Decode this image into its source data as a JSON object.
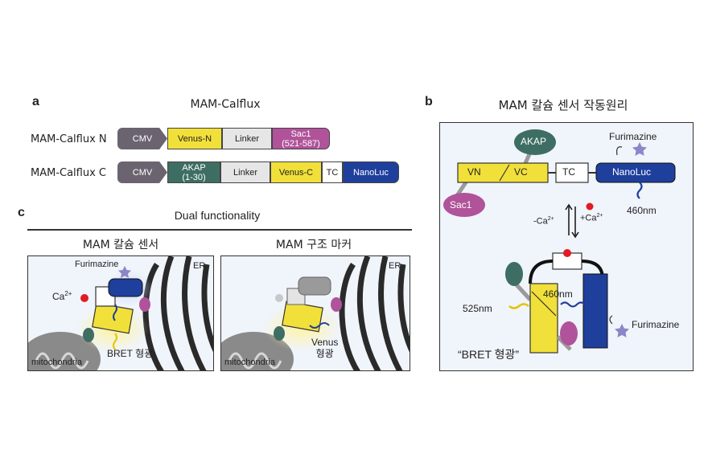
{
  "panel_a": {
    "label": "a",
    "title": "MAM-Calflux",
    "constructs": [
      {
        "name": "MAM-Calflux N",
        "segments": [
          {
            "text": "CMV",
            "sub": ""
          },
          {
            "text": "Venus-N",
            "sub": ""
          },
          {
            "text": "Linker",
            "sub": ""
          },
          {
            "text": "Sac1",
            "sub": "(521-587)"
          }
        ]
      },
      {
        "name": "MAM-Calflux C",
        "segments": [
          {
            "text": "CMV",
            "sub": ""
          },
          {
            "text": "AKAP",
            "sub": "(1-30)"
          },
          {
            "text": "Linker",
            "sub": ""
          },
          {
            "text": "Venus-C",
            "sub": ""
          },
          {
            "text": "TC",
            "sub": ""
          },
          {
            "text": "NanoLuc",
            "sub": ""
          }
        ]
      }
    ]
  },
  "panel_b": {
    "label": "b",
    "title": "MAM 칼슘 센서 작동원리",
    "akap": "AKAP",
    "vn": "VN",
    "vc": "VC",
    "tc": "TC",
    "nanoluc": "NanoLuc",
    "sac1": "Sac1",
    "furimazine_top": "Furimazine",
    "wl_460_top": "460nm",
    "minus_ca": "-Ca",
    "plus_ca": "+Ca",
    "ca_sup": "2+",
    "wl_525": "525nm",
    "wl_460_mid": "460nm",
    "furimazine_bottom": "Furimazine",
    "bret_caption": "“BRET 형광”"
  },
  "panel_c": {
    "label": "c",
    "title": "Dual functionality",
    "left": {
      "title": "MAM 칼슘 센서",
      "er": "ER",
      "furimazine": "Furimazine",
      "ca": "Ca",
      "ca_sup": "2+",
      "mito": "mitochondria",
      "caption": "BRET 형광"
    },
    "right": {
      "title": "MAM 구조 마커",
      "er": "ER",
      "mito": "mitochondria",
      "caption_line1": "Venus",
      "caption_line2": "형광"
    }
  },
  "colors": {
    "cmv": "#6b6470",
    "venus": "#f2e03a",
    "linker": "#e6e6e6",
    "sac1": "#b0539a",
    "akap": "#3e6e63",
    "tc": "#ffffff",
    "nanoluc": "#1f3f9c",
    "calcium": "#e01b24",
    "furimazine": "#8a86c8",
    "er": "#2a2a2a",
    "mito": "#8a8a8a",
    "panel_bg": "#f0f4fb"
  }
}
